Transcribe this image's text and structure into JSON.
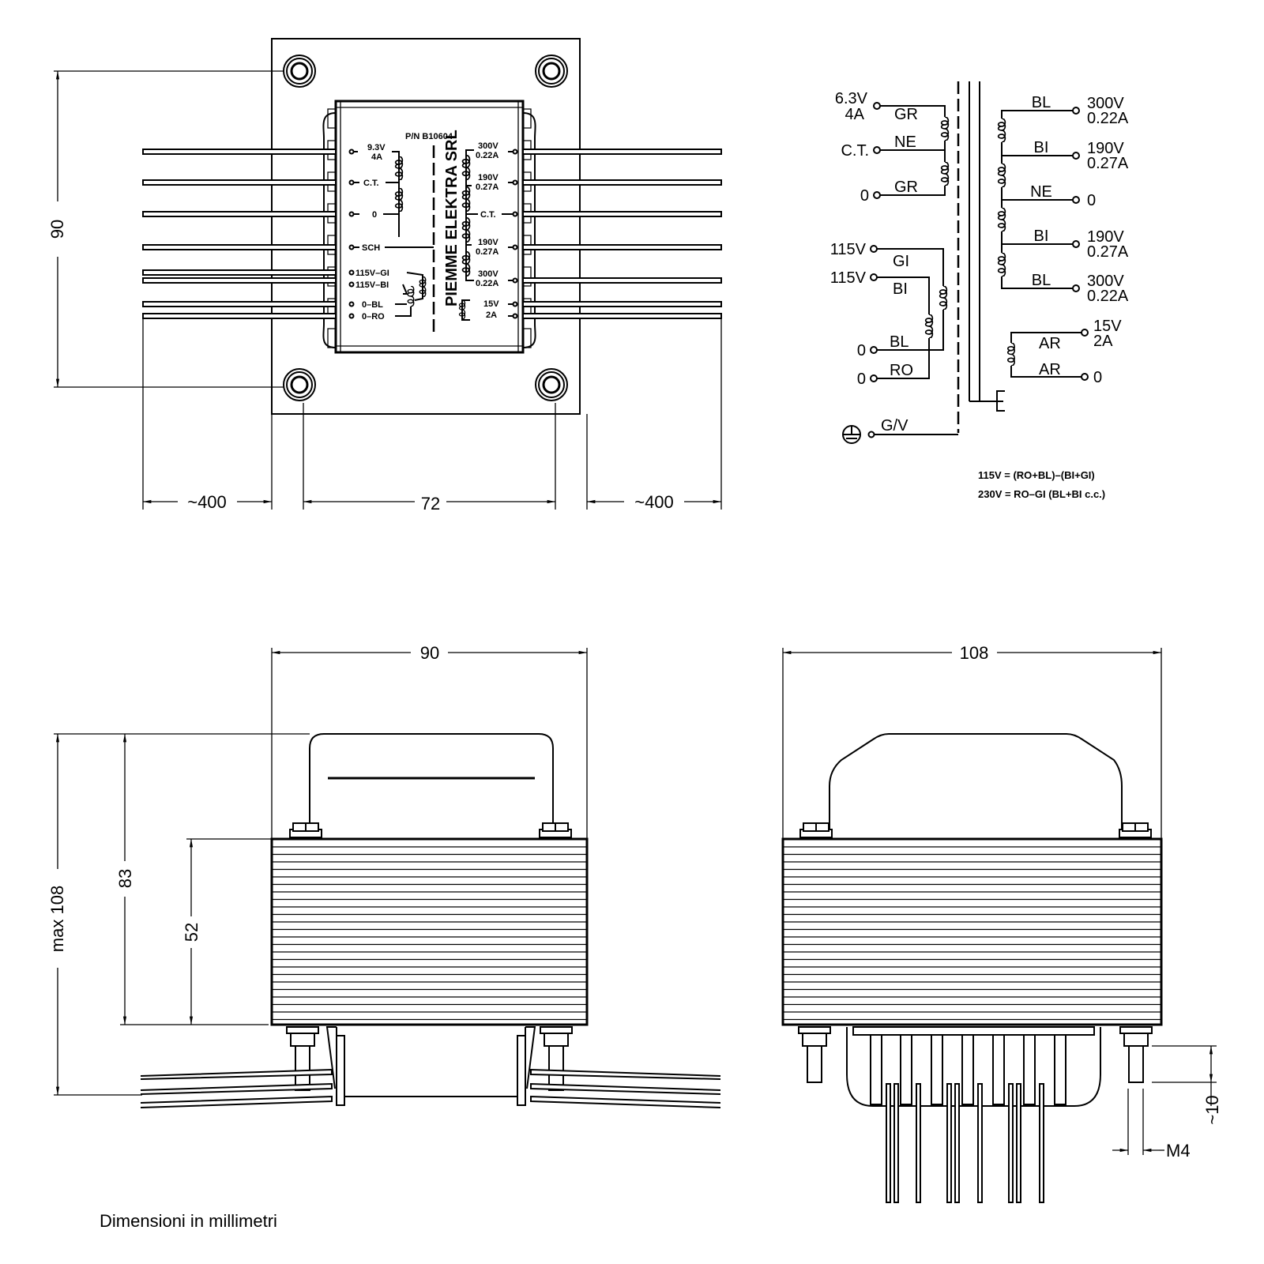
{
  "top_view": {
    "part_number": "P/N B10604",
    "brand": "PIEMME ELEKTRA SRL",
    "left_terminals": [
      "9.3V",
      "4A",
      "C.T.",
      "0",
      "SCH",
      "115V–GI",
      "115V–BI",
      "0–BL",
      "0–RO"
    ],
    "right_terminals": [
      "300V",
      "0.22A",
      "190V",
      "0.27A",
      "C.T.",
      "190V",
      "0.27A",
      "300V",
      "0.22A",
      "15V",
      "2A"
    ],
    "dim_height": "90",
    "dim_lead_left": "~400",
    "dim_mount": "72",
    "dim_lead_right": "~400"
  },
  "schematic": {
    "primary_left_top": {
      "v": "6.3V",
      "a": "4A",
      "ct": "C.T.",
      "zero": "0",
      "wire1": "GR",
      "wire2": "NE",
      "wire3": "GR"
    },
    "primary": {
      "in1": "115V",
      "in2": "115V",
      "z1": "0",
      "z2": "0",
      "w1": "GI",
      "w2": "BI",
      "w3": "BL",
      "w4": "RO"
    },
    "ground": {
      "label": "G/V"
    },
    "hv": {
      "wires": [
        "BL",
        "BI",
        "NE",
        "BI",
        "BL"
      ],
      "labels": [
        [
          "300V",
          "0.22A"
        ],
        [
          "190V",
          "0.27A"
        ],
        [
          "0",
          ""
        ],
        [
          "190V",
          "0.27A"
        ],
        [
          "300V",
          "0.22A"
        ]
      ]
    },
    "lv": {
      "wire1": "AR",
      "wire2": "AR",
      "v": "15V",
      "a": "2A",
      "zero": "0"
    },
    "formula1": "115V = (RO+BL)–(BI+GI)",
    "formula2": "230V = RO–GI (BL+BI c.c.)"
  },
  "front_view": {
    "dim_width": "90",
    "dim_max": "max 108",
    "dim_83": "83",
    "dim_52": "52"
  },
  "side_view": {
    "dim_width": "108",
    "dim_stud": "~10",
    "dim_thread": "M4"
  },
  "footer": {
    "note": "Dimensioni in millimetri"
  }
}
